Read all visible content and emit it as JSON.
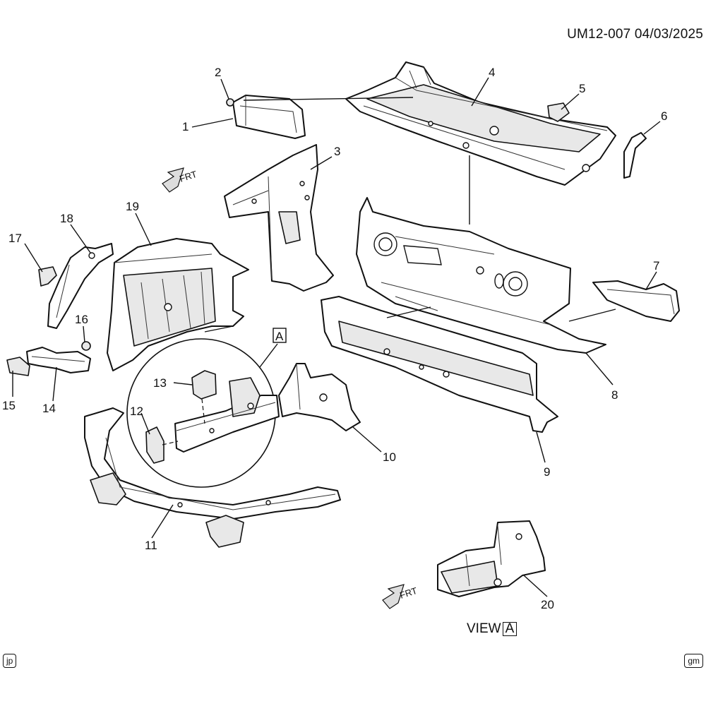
{
  "header": {
    "doc_code": "UM12-007  04/03/2025"
  },
  "view_label": {
    "prefix": "VIEW",
    "letter": "A"
  },
  "detail_marker": "A",
  "frt_label": "FRT",
  "badges": {
    "left": "jp",
    "right": "gm"
  },
  "callouts": [
    "1",
    "2",
    "3",
    "4",
    "5",
    "6",
    "7",
    "8",
    "9",
    "10",
    "11",
    "12",
    "13",
    "14",
    "15",
    "16",
    "17",
    "18",
    "19",
    "20"
  ],
  "icons": {
    "front_arrow": "frt-arrow-icon"
  }
}
